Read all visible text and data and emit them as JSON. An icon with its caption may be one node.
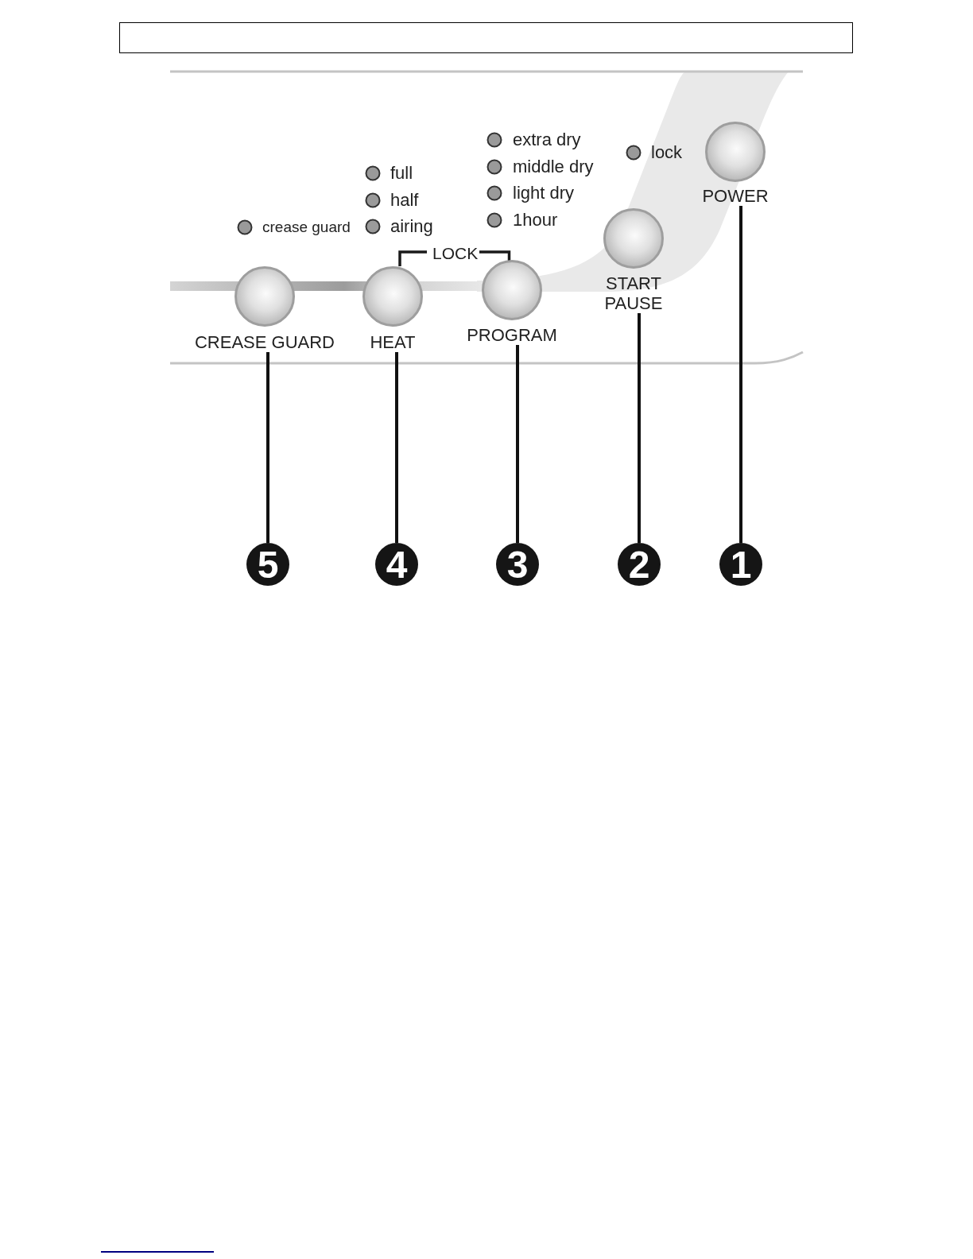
{
  "diagram": {
    "nodes": [
      {
        "text": [
          "CREASE GUARD"
        ]
      },
      {
        "text": [
          "HEAT"
        ]
      },
      {
        "text": [
          "PROGRAM"
        ]
      },
      {
        "text": [
          "START PAUSE"
        ]
      },
      {
        "text": [
          "POWER"
        ]
      },
      {
        "text": [
          "5"
        ]
      },
      {
        "text": [
          "4"
        ]
      },
      {
        "text": [
          "3"
        ]
      },
      {
        "text": [
          "2"
        ]
      },
      {
        "text": [
          "1"
        ]
      }
    ],
    "edges": [
      {
        "from": 5,
        "to": 0,
        "arrow": "none"
      },
      {
        "from": 6,
        "to": 1,
        "arrow": "none"
      },
      {
        "from": 7,
        "to": 2,
        "arrow": "none"
      },
      {
        "from": 8,
        "to": 3,
        "arrow": "none"
      },
      {
        "from": 9,
        "to": 4,
        "arrow": "none"
      }
    ],
    "labels": [
      "crease guard",
      "full",
      "half",
      "airing",
      "LOCK",
      "extra dry",
      "middle dry",
      "light dry",
      "1hour",
      "lock"
    ]
  }
}
